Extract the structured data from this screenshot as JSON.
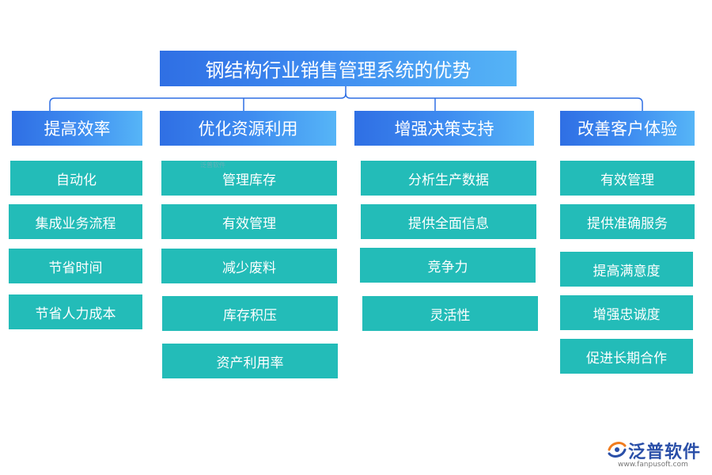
{
  "title": "钢结构行业销售管理系统的优势",
  "categories": [
    {
      "label": "提高效率",
      "items": [
        "自动化",
        "集成业务流程",
        "节省时间",
        "节省人力成本"
      ]
    },
    {
      "label": "优化资源利用",
      "items": [
        "管理库存",
        "有效管理",
        "减少废料",
        "库存积压",
        "资产利用率"
      ]
    },
    {
      "label": "增强决策支持",
      "items": [
        "分析生产数据",
        "提供全面信息",
        "竞争力",
        "灵活性"
      ]
    },
    {
      "label": "改善客户体验",
      "items": [
        "有效管理",
        "提供准确服务",
        "提高满意度",
        "增强忠诚度",
        "促进长期合作"
      ]
    }
  ],
  "logo": {
    "name": "泛普软件",
    "url": "www.fanpusoft.com"
  },
  "watermark": "泛普软件",
  "colors": {
    "header_gradient_start": "#2f6fe4",
    "header_gradient_end": "#56b5f7",
    "item_bg": "#23bcb8",
    "connector": "#2f6fe4",
    "logo_text": "#2a4fa8"
  }
}
